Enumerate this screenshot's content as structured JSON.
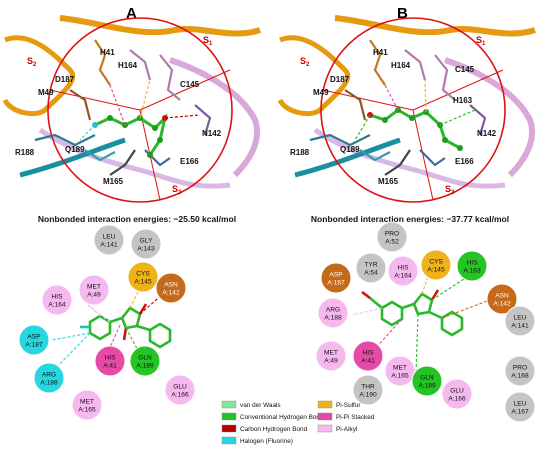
{
  "colors": {
    "vdw": "#7de89a",
    "conv_hbond": "#25c425",
    "carbon_hbond": "#b30000",
    "halogen": "#26d6e0",
    "pi_sulfur": "#f0b21a",
    "pi_pi_stacked": "#e64aa6",
    "pi_alkyl": "#f5b8ef",
    "gray_residue": "#c4c4c4",
    "orange_residue": "#c46a1a",
    "site_circle": "#e01010"
  },
  "panels": [
    {
      "letter": "A",
      "sites": [
        "S",
        "S",
        "S"
      ],
      "site_subs": [
        "1",
        "2",
        "3"
      ],
      "residues": [
        "H41",
        "H164",
        "D187",
        "M49",
        "C145",
        "N142",
        "R188",
        "Q189",
        "E166",
        "M165"
      ],
      "energy_text": "Nonbonded interaction energies: −25.50 kcal/mol",
      "bubbles": [
        {
          "name": "LEU",
          "id": "A:141",
          "kind": "gray"
        },
        {
          "name": "GLY",
          "id": "A:143",
          "kind": "gray"
        },
        {
          "name": "MET",
          "id": "A:49",
          "kind": "pi_alkyl"
        },
        {
          "name": "CYS",
          "id": "A:145",
          "kind": "pi_sulfur"
        },
        {
          "name": "ASN",
          "id": "A:142",
          "kind": "orange"
        },
        {
          "name": "HIS",
          "id": "A:164",
          "kind": "pi_alkyl"
        },
        {
          "name": "ASP",
          "id": "A:187",
          "kind": "halogen"
        },
        {
          "name": "ARG",
          "id": "A:188",
          "kind": "halogen"
        },
        {
          "name": "HIS",
          "id": "A:41",
          "kind": "pi_pi_stacked"
        },
        {
          "name": "GLN",
          "id": "A:189",
          "kind": "conv_hbond"
        },
        {
          "name": "GLU",
          "id": "A:166",
          "kind": "pi_alkyl"
        },
        {
          "name": "MET",
          "id": "A:165",
          "kind": "pi_alkyl"
        }
      ]
    },
    {
      "letter": "B",
      "sites": [
        "S",
        "S",
        "S"
      ],
      "site_subs": [
        "1",
        "2",
        "3"
      ],
      "residues": [
        "H41",
        "H164",
        "D187",
        "M49",
        "C145",
        "H163",
        "N142",
        "R188",
        "Q189",
        "E166",
        "M165"
      ],
      "energy_text": "Nonbonded interaction energies: −37.77 kcal/mol",
      "bubbles": [
        {
          "name": "PRO",
          "id": "A:52",
          "kind": "gray"
        },
        {
          "name": "TYR",
          "id": "A:54",
          "kind": "gray"
        },
        {
          "name": "ASP",
          "id": "A:187",
          "kind": "orange"
        },
        {
          "name": "HIS",
          "id": "A:164",
          "kind": "pi_alkyl"
        },
        {
          "name": "CYS",
          "id": "A:145",
          "kind": "pi_sulfur"
        },
        {
          "name": "HIS",
          "id": "A:163",
          "kind": "conv_hbond"
        },
        {
          "name": "ARG",
          "id": "A:188",
          "kind": "pi_alkyl"
        },
        {
          "name": "ASN",
          "id": "A:142",
          "kind": "orange"
        },
        {
          "name": "LEU",
          "id": "A:141",
          "kind": "gray"
        },
        {
          "name": "MET",
          "id": "A:49",
          "kind": "pi_alkyl"
        },
        {
          "name": "HIS",
          "id": "A:41",
          "kind": "pi_pi_stacked"
        },
        {
          "name": "MET",
          "id": "A:165",
          "kind": "pi_alkyl"
        },
        {
          "name": "GLN",
          "id": "A:189",
          "kind": "conv_hbond"
        },
        {
          "name": "PRO",
          "id": "A:168",
          "kind": "gray"
        },
        {
          "name": "THR",
          "id": "A:190",
          "kind": "gray"
        },
        {
          "name": "GLU",
          "id": "A:166",
          "kind": "pi_alkyl"
        },
        {
          "name": "LEU",
          "id": "A:167",
          "kind": "gray"
        }
      ]
    }
  ],
  "legend": [
    {
      "label": "van der Waals",
      "kind": "vdw"
    },
    {
      "label": "Conventional Hydrogen Bond",
      "kind": "conv_hbond"
    },
    {
      "label": "Carbon Hydrogen Bond",
      "kind": "carbon_hbond"
    },
    {
      "label": "Halogen (Fluorine)",
      "kind": "halogen"
    },
    {
      "label": "Pi-Sulfur",
      "kind": "pi_sulfur"
    },
    {
      "label": "Pi-Pi Stacked",
      "kind": "pi_pi_stacked"
    },
    {
      "label": "Pi-Alkyl",
      "kind": "pi_alkyl"
    }
  ]
}
